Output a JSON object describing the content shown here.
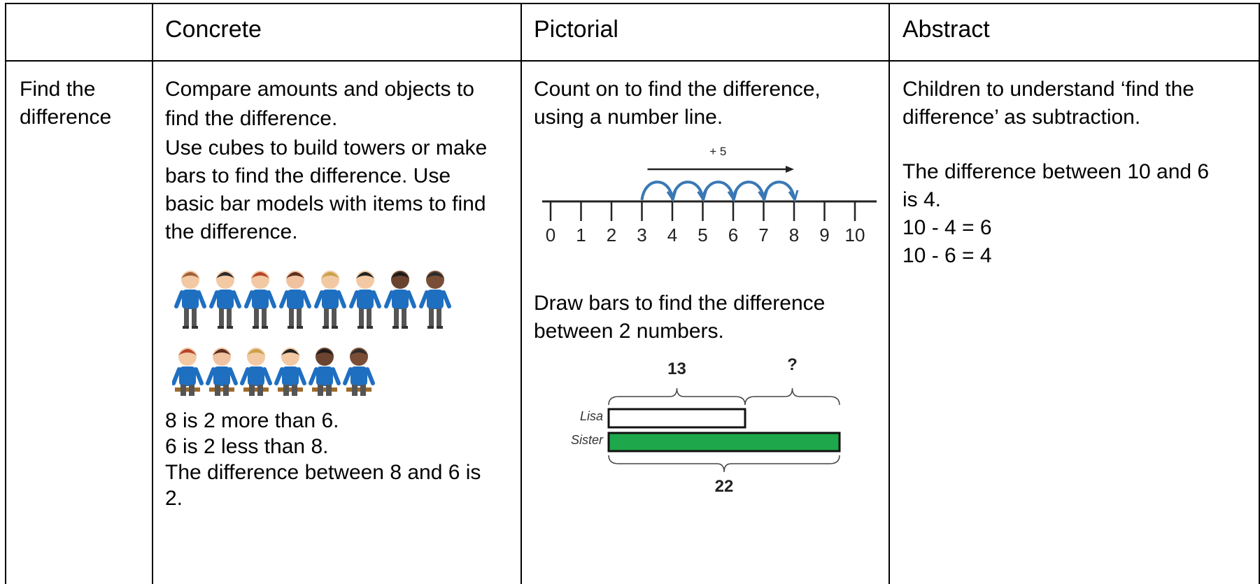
{
  "headers": {
    "blank": "",
    "concrete": "Concrete",
    "pictorial": "Pictorial",
    "abstract": "Abstract"
  },
  "row": {
    "label": [
      "Find the",
      "difference"
    ],
    "concrete": {
      "intro": [
        "Compare amounts and objects to",
        "find the difference."
      ],
      "para": [
        "Use cubes to build towers or make",
        "bars to find the difference. Use",
        "basic bar models with items to find",
        "the difference."
      ],
      "children_top_count": 8,
      "children_bottom_count": 6,
      "statements": [
        "8 is 2 more than 6.",
        "6 is 2 less than 8.",
        "The difference between 8 and 6 is",
        "2."
      ]
    },
    "pictorial": {
      "intro": [
        "Count on to find the difference,",
        "using a number line."
      ],
      "numberline": {
        "jump_label": "+ 5",
        "ticks": [
          "0",
          "1",
          "2",
          "3",
          "4",
          "5",
          "6",
          "7",
          "8",
          "9",
          "10"
        ],
        "hops_from": 3,
        "hops_to": 8
      },
      "bars_intro": [
        "Draw bars to find the difference",
        "between 2 numbers."
      ],
      "bar_model": {
        "top_known": "13",
        "top_unknown": "?",
        "label_a": "Lisa",
        "label_b": "Sister",
        "total": "22",
        "value_a": 13,
        "value_b": 22,
        "bar_b_color": "#1ea84b"
      }
    },
    "abstract": {
      "intro": [
        "Children to understand ‘find the",
        "difference’ as subtraction."
      ],
      "lines": [
        "The difference between 10 and 6",
        "is 4.",
        "10 - 4 = 6",
        "10 - 6 = 4"
      ]
    }
  },
  "colors": {
    "shirt": "#1f6fc1",
    "hop_arrow": "#3a78b5",
    "bar_green": "#1ea84b"
  }
}
